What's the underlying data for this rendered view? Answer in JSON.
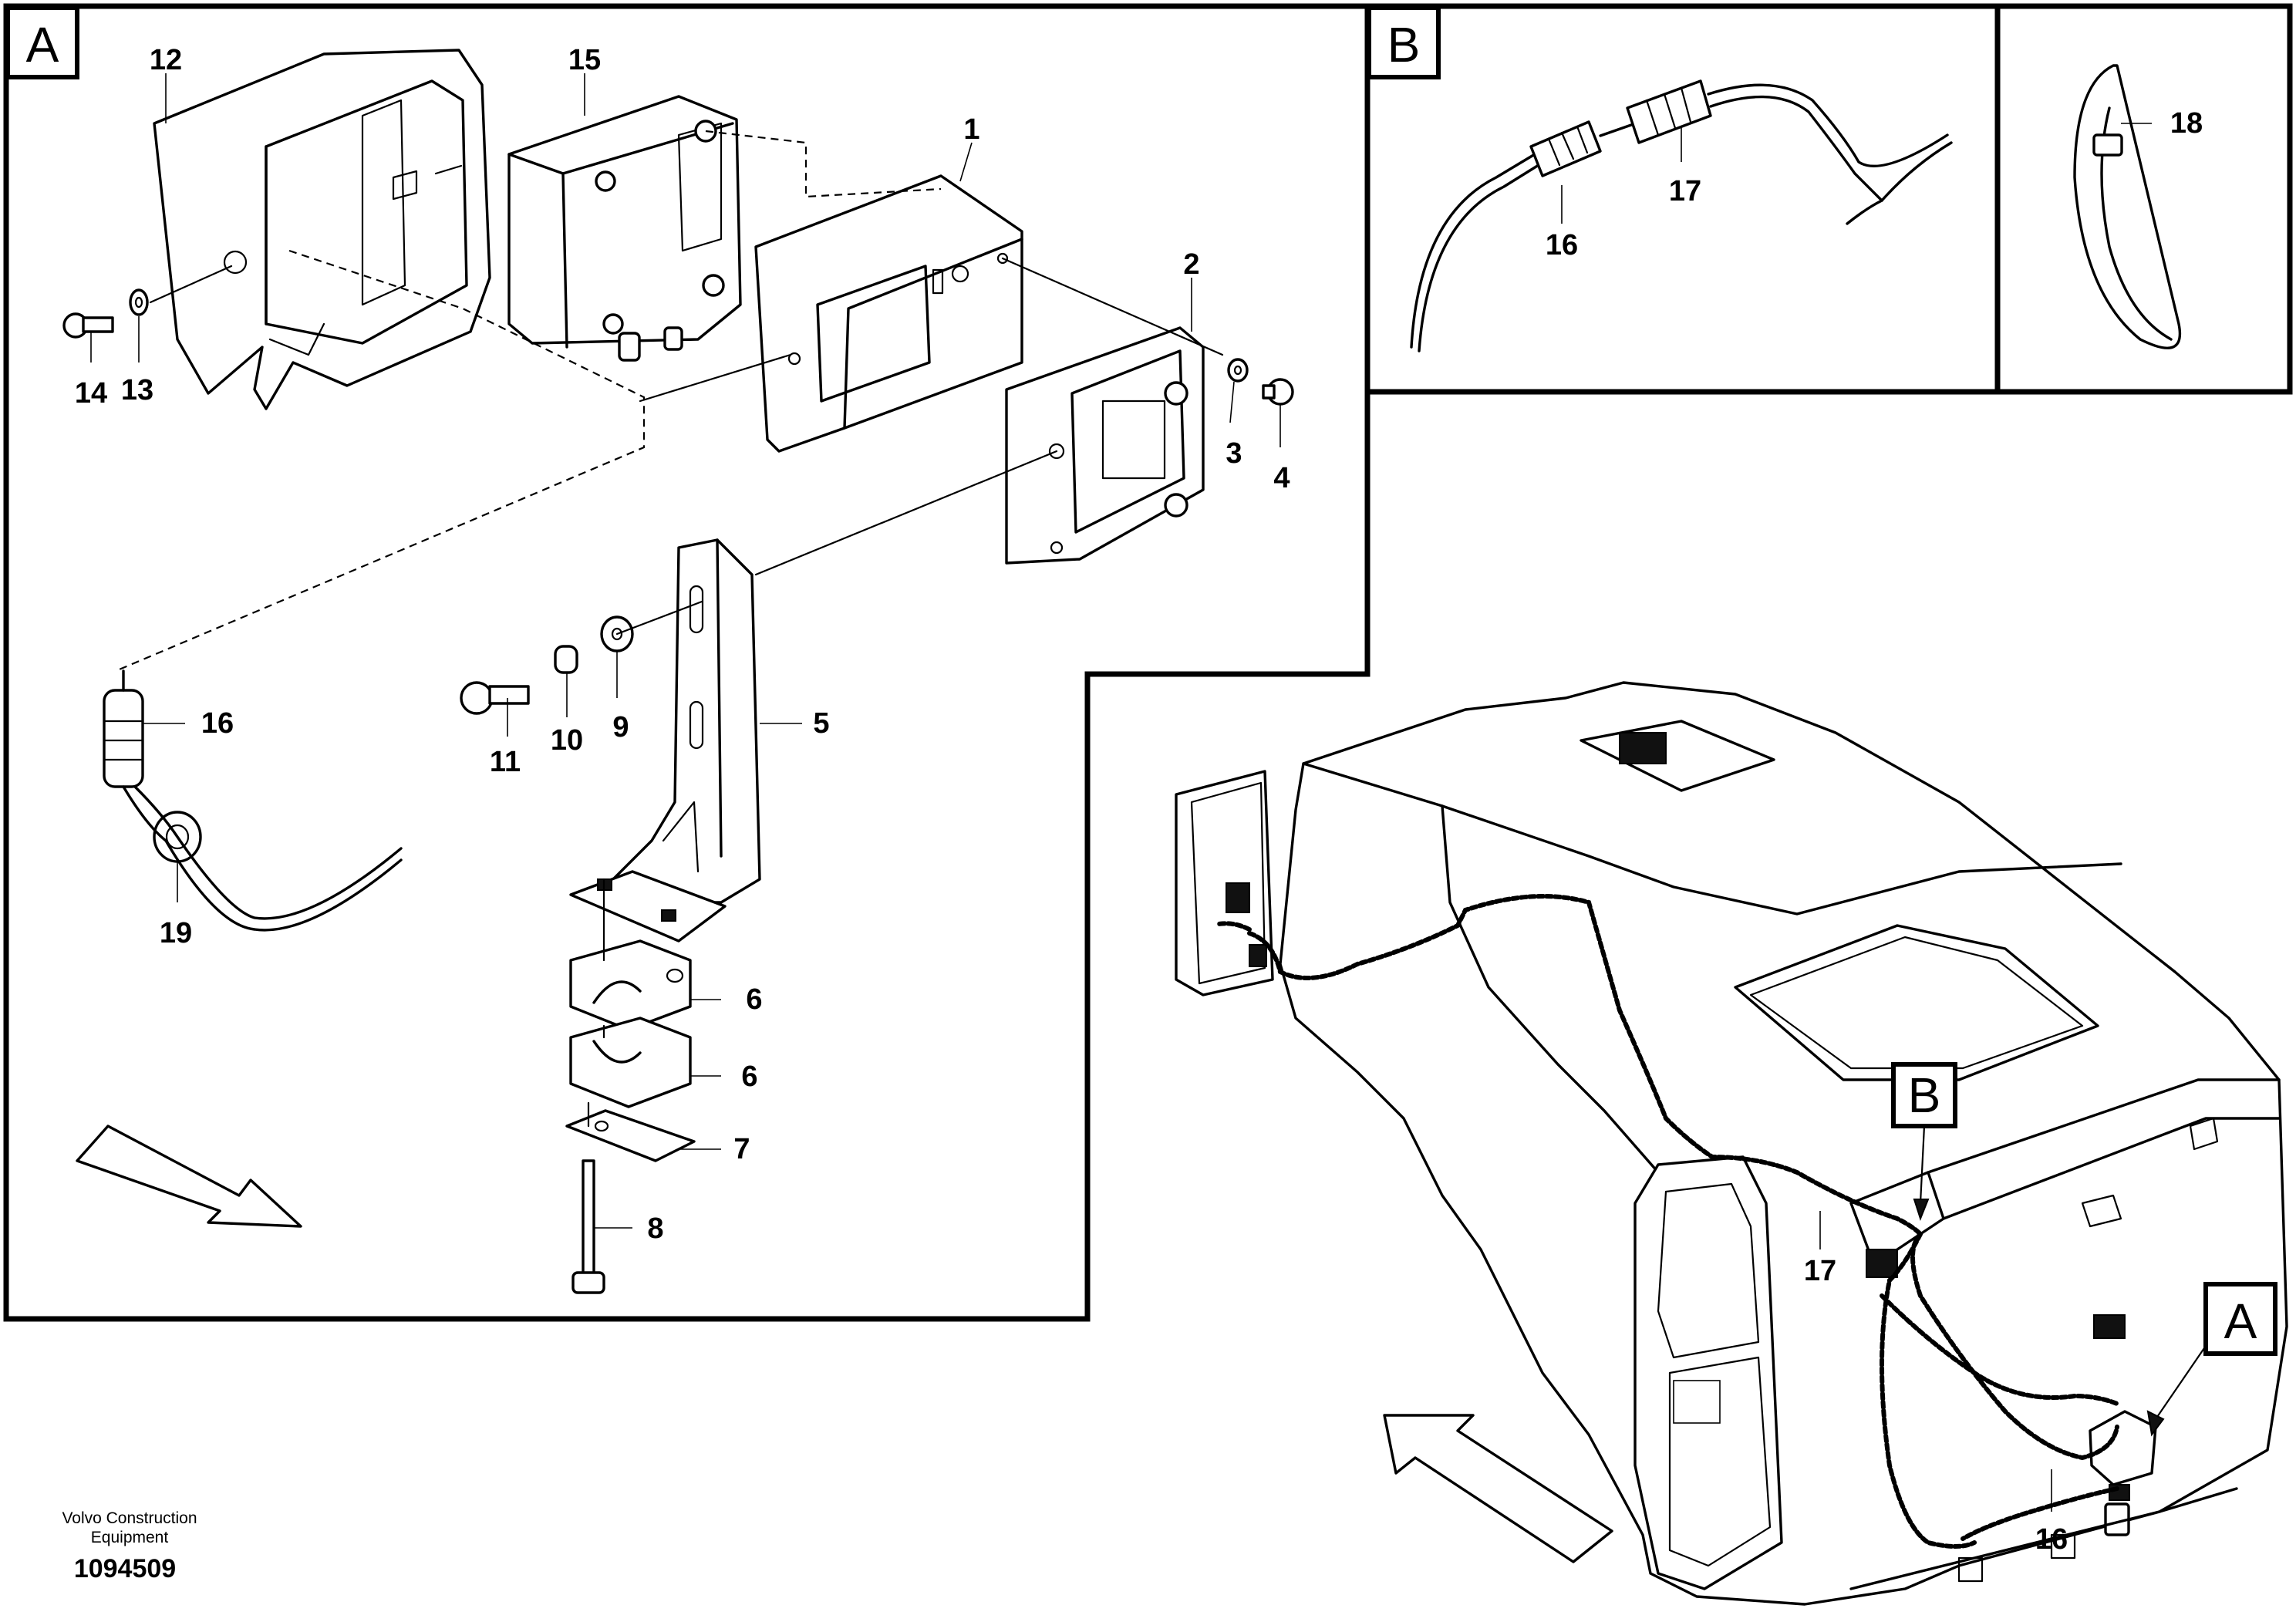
{
  "sections": {
    "A": {
      "letter": "A"
    },
    "B": {
      "letter": "B"
    },
    "overview_A": {
      "letter": "A"
    },
    "overview_B": {
      "letter": "B"
    }
  },
  "callouts": {
    "c1": "1",
    "c2": "2",
    "c3": "3",
    "c4": "4",
    "c5": "5",
    "c6a": "6",
    "c6b": "6",
    "c7": "7",
    "c8": "8",
    "c9": "9",
    "c10": "10",
    "c11": "11",
    "c12": "12",
    "c13": "13",
    "c14": "14",
    "c15": "15",
    "c16a": "16",
    "c16b": "16",
    "c16c": "16",
    "c17a": "17",
    "c17b": "17",
    "c18": "18",
    "c19": "19"
  },
  "footer": {
    "company_line1": "Volvo Construction",
    "company_line2": "Equipment",
    "drawing_number": "1094509"
  }
}
